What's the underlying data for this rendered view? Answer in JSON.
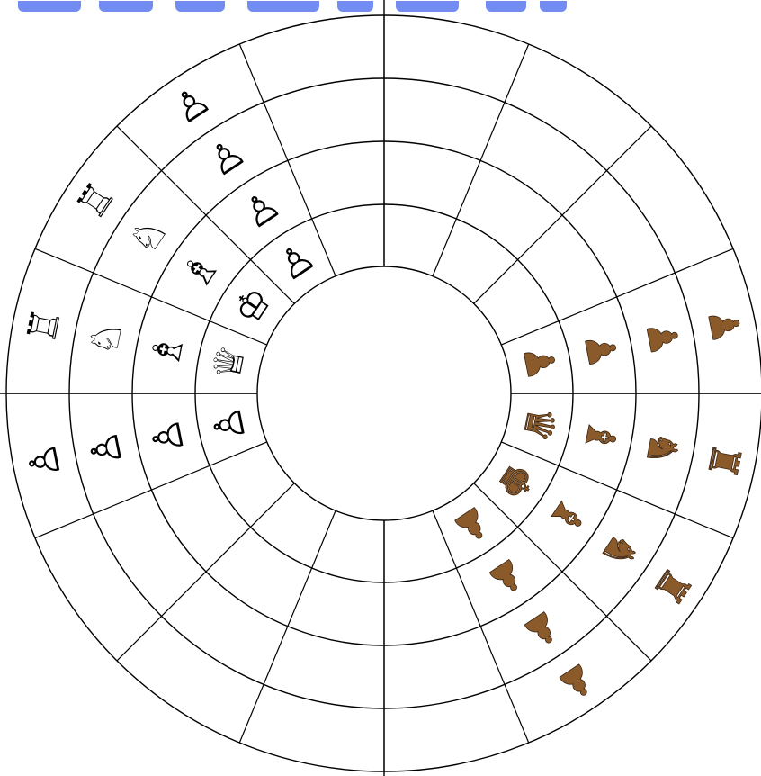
{
  "game": {
    "name": "",
    "board": {
      "style": "circular",
      "rings": 4,
      "sectors": 16,
      "line_color": "#000000",
      "background": "#ffffff"
    },
    "banner": {
      "color": "#5a78f0",
      "text": ""
    },
    "colors": {
      "white_piece_fill": "#ffffff",
      "white_piece_stroke": "#000000",
      "black_piece_fill": "#8b5a2b",
      "black_piece_stroke": "#3a2410"
    },
    "pieces": [
      {
        "side": "white",
        "type": "pawn",
        "ring": 1,
        "sector": 5
      },
      {
        "side": "white",
        "type": "pawn",
        "ring": 2,
        "sector": 5
      },
      {
        "side": "white",
        "type": "pawn",
        "ring": 3,
        "sector": 5
      },
      {
        "side": "white",
        "type": "pawn",
        "ring": 4,
        "sector": 5
      },
      {
        "side": "white",
        "type": "rook",
        "ring": 1,
        "sector": 6
      },
      {
        "side": "white",
        "type": "knight",
        "ring": 2,
        "sector": 6
      },
      {
        "side": "white",
        "type": "bishop",
        "ring": 3,
        "sector": 6
      },
      {
        "side": "white",
        "type": "king",
        "ring": 4,
        "sector": 6
      },
      {
        "side": "white",
        "type": "rook",
        "ring": 1,
        "sector": 7
      },
      {
        "side": "white",
        "type": "knight",
        "ring": 2,
        "sector": 7
      },
      {
        "side": "white",
        "type": "bishop",
        "ring": 3,
        "sector": 7
      },
      {
        "side": "white",
        "type": "queen",
        "ring": 4,
        "sector": 7
      },
      {
        "side": "white",
        "type": "pawn",
        "ring": 1,
        "sector": 8
      },
      {
        "side": "white",
        "type": "pawn",
        "ring": 2,
        "sector": 8
      },
      {
        "side": "white",
        "type": "pawn",
        "ring": 3,
        "sector": 8
      },
      {
        "side": "white",
        "type": "pawn",
        "ring": 4,
        "sector": 8
      },
      {
        "side": "black",
        "type": "pawn",
        "ring": 1,
        "sector": 13
      },
      {
        "side": "black",
        "type": "pawn",
        "ring": 2,
        "sector": 13
      },
      {
        "side": "black",
        "type": "pawn",
        "ring": 3,
        "sector": 13
      },
      {
        "side": "black",
        "type": "pawn",
        "ring": 4,
        "sector": 13
      },
      {
        "side": "black",
        "type": "rook",
        "ring": 1,
        "sector": 14
      },
      {
        "side": "black",
        "type": "knight",
        "ring": 2,
        "sector": 14
      },
      {
        "side": "black",
        "type": "bishop",
        "ring": 3,
        "sector": 14
      },
      {
        "side": "black",
        "type": "king",
        "ring": 4,
        "sector": 14
      },
      {
        "side": "black",
        "type": "rook",
        "ring": 1,
        "sector": 15
      },
      {
        "side": "black",
        "type": "knight",
        "ring": 2,
        "sector": 15
      },
      {
        "side": "black",
        "type": "bishop",
        "ring": 3,
        "sector": 15
      },
      {
        "side": "black",
        "type": "queen",
        "ring": 4,
        "sector": 15
      },
      {
        "side": "black",
        "type": "pawn",
        "ring": 1,
        "sector": 0
      },
      {
        "side": "black",
        "type": "pawn",
        "ring": 2,
        "sector": 0
      },
      {
        "side": "black",
        "type": "pawn",
        "ring": 3,
        "sector": 0
      },
      {
        "side": "black",
        "type": "pawn",
        "ring": 4,
        "sector": 0
      }
    ],
    "piece_glyphs": {
      "white": {
        "king": "♔",
        "queen": "♕",
        "rook": "♖",
        "bishop": "♗",
        "knight": "♘",
        "pawn": "♙"
      },
      "black": {
        "king": "♚",
        "queen": "♛",
        "rook": "♜",
        "bishop": "♝",
        "knight": "♞",
        "pawn": "♟"
      }
    }
  }
}
